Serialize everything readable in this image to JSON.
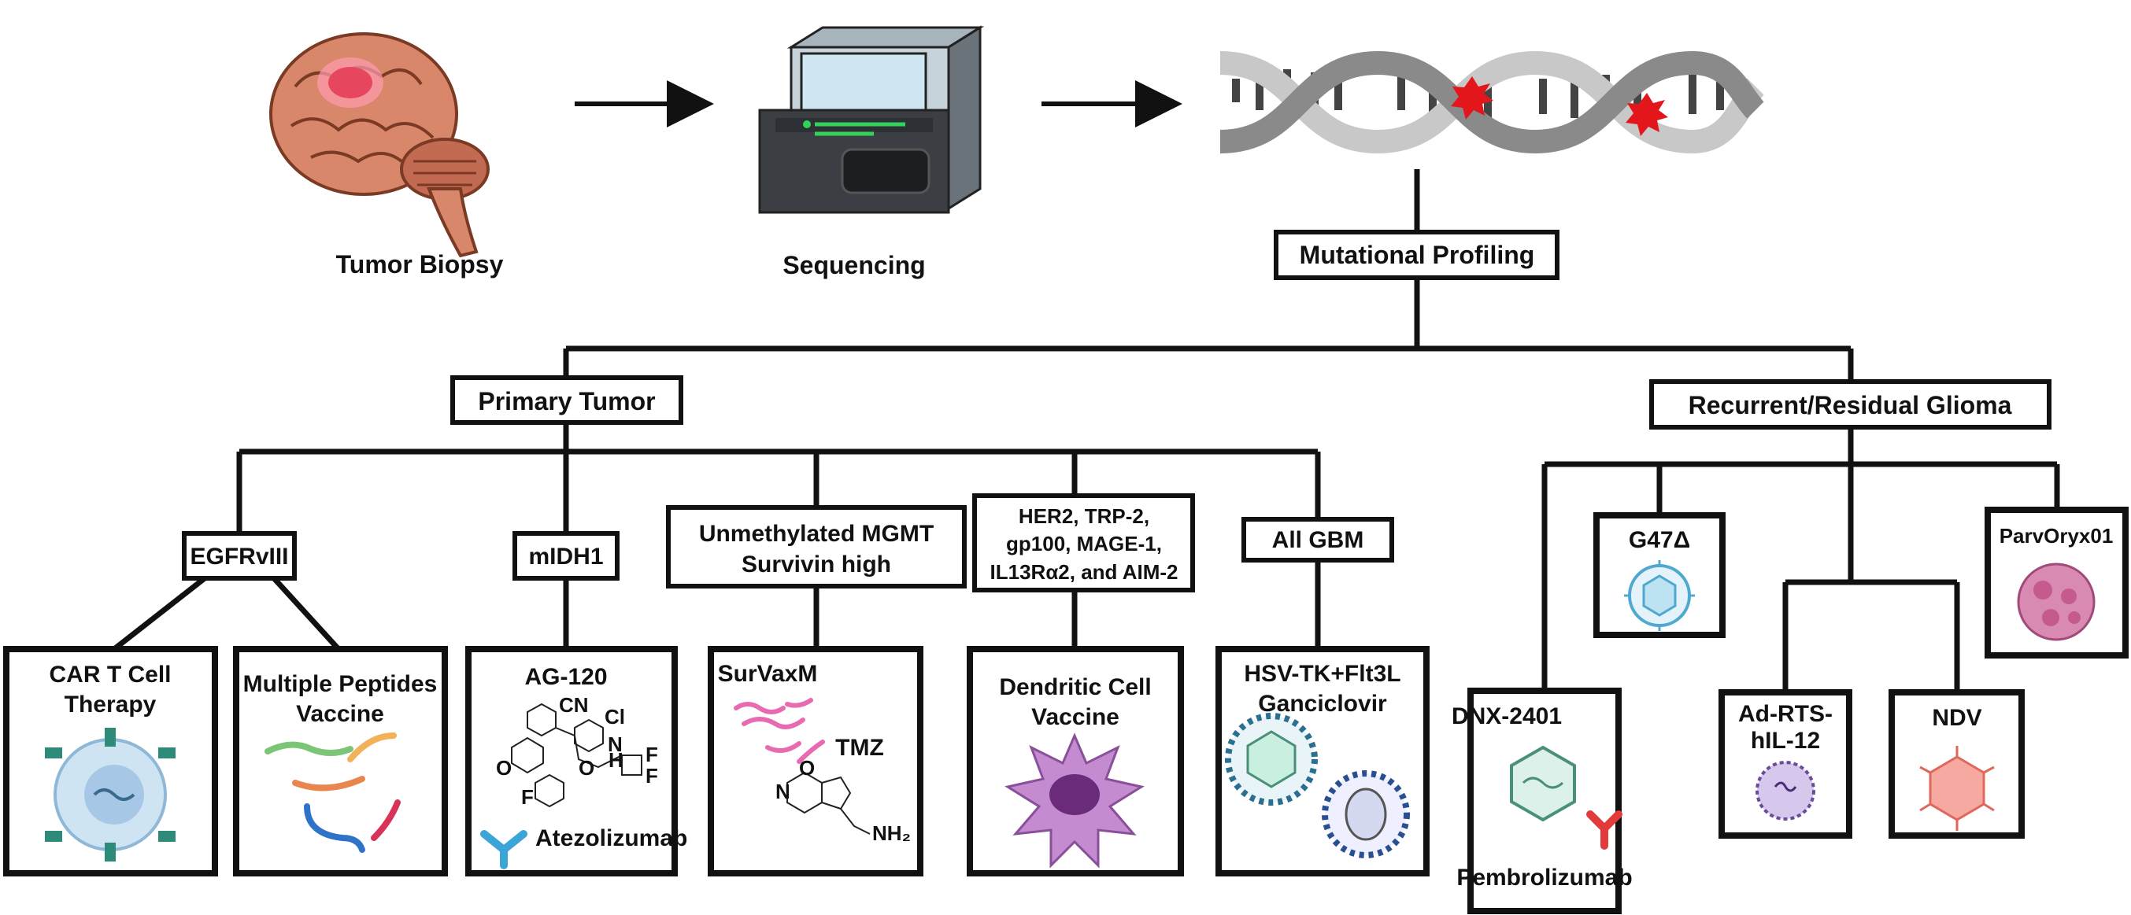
{
  "steps": {
    "biopsy": "Tumor Biopsy",
    "sequencing": "Sequencing",
    "profiling": "Mutational Profiling"
  },
  "branches": {
    "primary": "Primary Tumor",
    "recurrent": "Recurrent/Residual Glioma"
  },
  "primary_targets": {
    "egfr": "EGFRvIII",
    "midh1": "mIDH1",
    "mgmt_line1": "Unmethylated MGMT",
    "mgmt_line2": "Survivin high",
    "antigens_line1": "HER2, TRP-2,",
    "antigens_line2": "gp100, MAGE-1,",
    "antigens_line3": "IL13Rα2, and AIM-2",
    "all_gbm": "All GBM"
  },
  "therapies": {
    "car_t_line1": "CAR T Cell",
    "car_t_line2": "Therapy",
    "peptides_line1": "Multiple Peptides",
    "peptides_line2": "Vaccine",
    "ag120": "AG-120",
    "atezolizumab": "Atezolizumab",
    "survaxm": "SurVaxM",
    "tmz": "TMZ",
    "dc_line1": "Dendritic Cell",
    "dc_line2": "Vaccine",
    "hsv_line1": "HSV-TK+Flt3L",
    "hsv_line2": "Ganciclovir"
  },
  "recurrent_therapies": {
    "g47": "G47Δ",
    "parvoryx": "ParvOryx01",
    "dnx": "DNX-2401",
    "pembrolizumab": "Pembrolizumab",
    "adrts_line1": "Ad-RTS-",
    "adrts_line2": "hIL-12",
    "ndv": "NDV"
  },
  "chem_labels": {
    "cn": "CN",
    "cl": "Cl",
    "f1": "F",
    "f2": "F",
    "f3": "F",
    "o1": "O",
    "o2": "O",
    "nh": "N",
    "h": "H",
    "nh2": "NH₂",
    "tmz_o": "O",
    "tmz_n": "N"
  },
  "colors": {
    "tumor": "#e6475f",
    "brain": "#d9876a",
    "mutation_star": "#e3171b",
    "receptor": "#2e8b7a",
    "antibody_blue": "#3ca5d8",
    "antibody_red": "#e23b3b",
    "dendritic": "#b77ac4",
    "virus_blue": "#4ea8cf",
    "parvo": "#c45a8d"
  }
}
